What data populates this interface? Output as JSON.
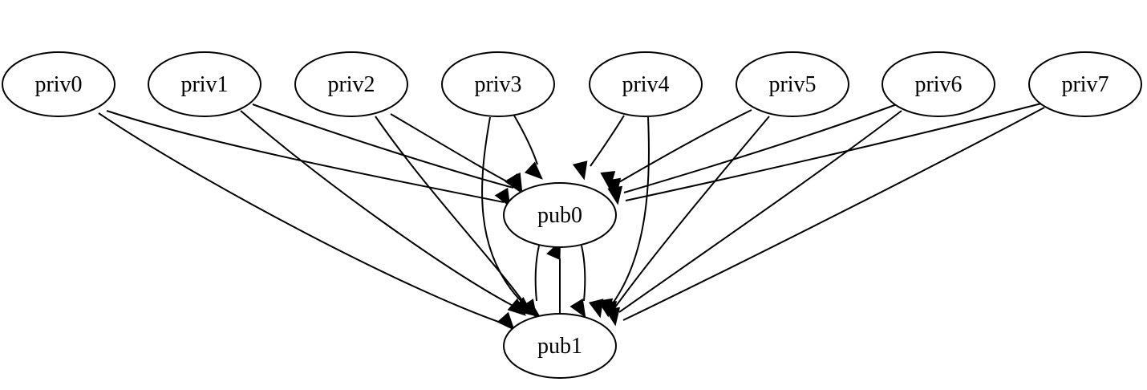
{
  "graph": {
    "nodes": [
      {
        "id": "priv0",
        "label": "priv0"
      },
      {
        "id": "priv1",
        "label": "priv1"
      },
      {
        "id": "priv2",
        "label": "priv2"
      },
      {
        "id": "priv3",
        "label": "priv3"
      },
      {
        "id": "priv4",
        "label": "priv4"
      },
      {
        "id": "priv5",
        "label": "priv5"
      },
      {
        "id": "priv6",
        "label": "priv6"
      },
      {
        "id": "priv7",
        "label": "priv7"
      },
      {
        "id": "pub0",
        "label": "pub0"
      },
      {
        "id": "pub1",
        "label": "pub1"
      }
    ],
    "edges": [
      {
        "from": "priv0",
        "to": "pub0"
      },
      {
        "from": "priv0",
        "to": "pub1"
      },
      {
        "from": "priv1",
        "to": "pub0"
      },
      {
        "from": "priv1",
        "to": "pub1"
      },
      {
        "from": "priv2",
        "to": "pub0"
      },
      {
        "from": "priv2",
        "to": "pub1"
      },
      {
        "from": "priv3",
        "to": "pub0"
      },
      {
        "from": "priv3",
        "to": "pub1"
      },
      {
        "from": "priv4",
        "to": "pub0"
      },
      {
        "from": "priv4",
        "to": "pub1"
      },
      {
        "from": "priv5",
        "to": "pub0"
      },
      {
        "from": "priv5",
        "to": "pub1"
      },
      {
        "from": "priv6",
        "to": "pub0"
      },
      {
        "from": "priv6",
        "to": "pub1"
      },
      {
        "from": "priv7",
        "to": "pub0"
      },
      {
        "from": "priv7",
        "to": "pub1"
      },
      {
        "from": "pub0",
        "to": "pub1"
      },
      {
        "from": "pub1",
        "to": "pub0"
      },
      {
        "from": "pub0",
        "to": "pub1"
      }
    ],
    "colors": {
      "stroke": "#000000",
      "node_fill": "#ffffff",
      "background": "#ffffff"
    }
  }
}
